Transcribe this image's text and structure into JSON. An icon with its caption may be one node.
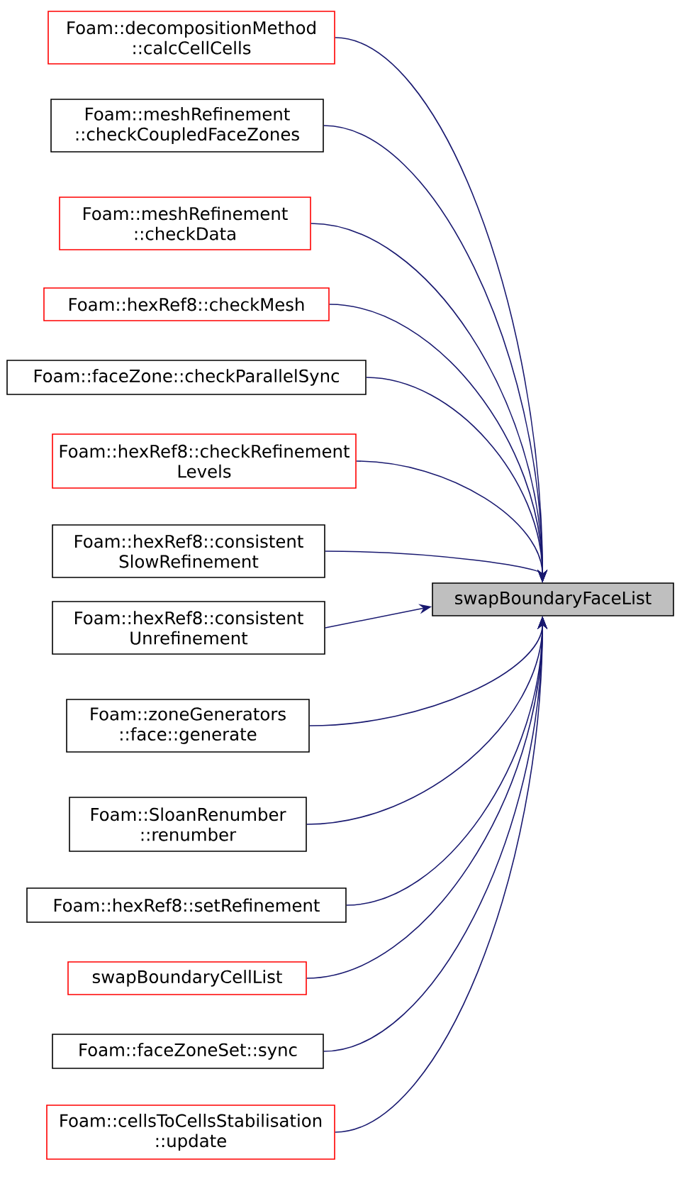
{
  "diagram": {
    "nodes": [
      {
        "text": [
          "swapBoundaryFaceList"
        ]
      },
      {
        "text": [
          "Foam::decompositionMethod ::calcCellCells"
        ]
      },
      {
        "text": [
          "Foam::meshRefinement ::checkCoupledFaceZones"
        ]
      },
      {
        "text": [
          "Foam::meshRefinement ::checkData"
        ]
      },
      {
        "text": [
          "Foam::hexRef8::checkMesh"
        ]
      },
      {
        "text": [
          "Foam::faceZone::checkParallelSync"
        ]
      },
      {
        "text": [
          "Foam::hexRef8::checkRefinement Levels"
        ]
      },
      {
        "text": [
          "Foam::hexRef8::consistent SlowRefinement"
        ]
      },
      {
        "text": [
          "Foam::hexRef8::consistent Unrefinement"
        ]
      },
      {
        "text": [
          "Foam::zoneGenerators ::face::generate"
        ]
      },
      {
        "text": [
          "Foam::SloanRenumber ::renumber"
        ]
      },
      {
        "text": [
          "Foam::hexRef8::setRefinement"
        ]
      },
      {
        "text": [
          "swapBoundaryCellList"
        ]
      },
      {
        "text": [
          "Foam::faceZoneSet::sync"
        ]
      },
      {
        "text": [
          "Foam::cellsToCellsStabilisation ::update"
        ]
      }
    ],
    "edges": [
      {
        "from": 1,
        "to": 0,
        "arrow": "to"
      },
      {
        "from": 2,
        "to": 0,
        "arrow": "to"
      },
      {
        "from": 3,
        "to": 0,
        "arrow": "to"
      },
      {
        "from": 4,
        "to": 0,
        "arrow": "to"
      },
      {
        "from": 5,
        "to": 0,
        "arrow": "to"
      },
      {
        "from": 6,
        "to": 0,
        "arrow": "to"
      },
      {
        "from": 7,
        "to": 0,
        "arrow": "to"
      },
      {
        "from": 8,
        "to": 0,
        "arrow": "to"
      },
      {
        "from": 9,
        "to": 0,
        "arrow": "to"
      },
      {
        "from": 10,
        "to": 0,
        "arrow": "to"
      },
      {
        "from": 11,
        "to": 0,
        "arrow": "to"
      },
      {
        "from": 12,
        "to": 0,
        "arrow": "to"
      },
      {
        "from": 13,
        "to": 0,
        "arrow": "to"
      },
      {
        "from": 14,
        "to": 0,
        "arrow": "to"
      }
    ]
  }
}
